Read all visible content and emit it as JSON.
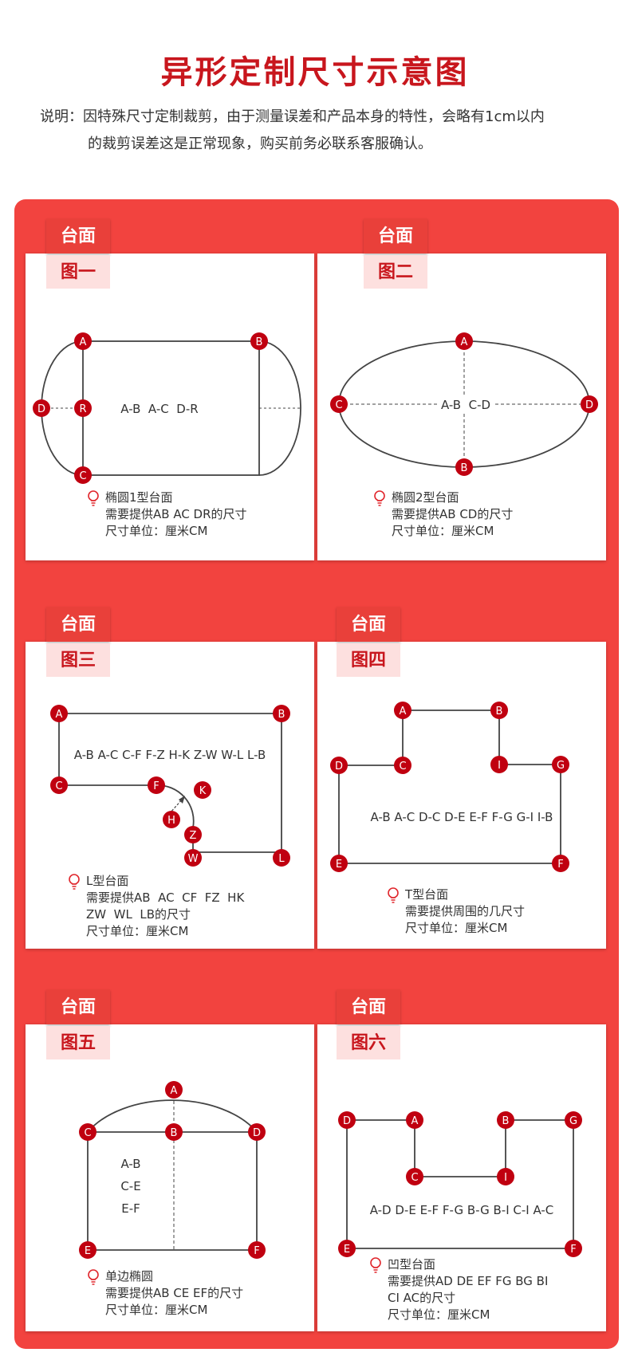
{
  "page": {
    "title": "异形定制尺寸示意图",
    "note_line1": "说明：因特殊尺寸定制裁剪，由于测量误差和产品本身的特性，会略有1cm以内",
    "note_line2": "的裁剪误差这是正常现象，购买前务必联系客服确认。"
  },
  "colors": {
    "accent": "#c8161d",
    "panel": "#f2433f",
    "marker": "#c00010"
  },
  "cards": [
    {
      "tag": "台面",
      "label": "图一",
      "measure": "A-B  A-C  D-R",
      "name": "椭圆1型台面",
      "need": "需要提供AB AC DR的尺寸",
      "unit": "尺寸单位：厘米CM",
      "points": [
        "A",
        "B",
        "C",
        "D",
        "R"
      ]
    },
    {
      "tag": "台面",
      "label": "图二",
      "measure": "A-B  C-D",
      "name": "椭圆2型台面",
      "need": "需要提供AB CD的尺寸",
      "unit": "尺寸单位：厘米CM",
      "points": [
        "A",
        "B",
        "C",
        "D"
      ]
    },
    {
      "tag": "台面",
      "label": "图三",
      "measure": "A-B A-C C-F F-Z H-K Z-W W-L L-B",
      "name": "L型台面",
      "need": "需要提供AB  AC  CF  FZ  HK",
      "need2": "ZW  WL  LB的尺寸",
      "unit": "尺寸单位：厘米CM",
      "points": [
        "A",
        "B",
        "C",
        "F",
        "K",
        "H",
        "Z",
        "W",
        "L"
      ]
    },
    {
      "tag": "台面",
      "label": "图四",
      "measure": "A-B A-C D-C D-E E-F F-G G-I I-B",
      "name": "T型台面",
      "need": "需要提供周围的几尺寸",
      "unit": "尺寸单位：厘米CM",
      "points": [
        "A",
        "B",
        "D",
        "C",
        "I",
        "G",
        "E",
        "F"
      ]
    },
    {
      "tag": "台面",
      "label": "图五",
      "measure_lines": [
        "A-B",
        "C-E",
        "E-F"
      ],
      "name": "单边椭圆",
      "need": "需要提供AB CE EF的尺寸",
      "unit": "尺寸单位：厘米CM",
      "points": [
        "A",
        "C",
        "B",
        "D",
        "E",
        "F"
      ]
    },
    {
      "tag": "台面",
      "label": "图六",
      "measure": "A-D D-E E-F F-G B-G B-I C-I A-C",
      "name": "凹型台面",
      "need": "需要提供AD DE EF FG BG BI",
      "need2": "CI AC的尺寸",
      "unit": "尺寸单位：厘米CM",
      "points": [
        "D",
        "A",
        "B",
        "G",
        "C",
        "I",
        "E",
        "F"
      ]
    }
  ]
}
